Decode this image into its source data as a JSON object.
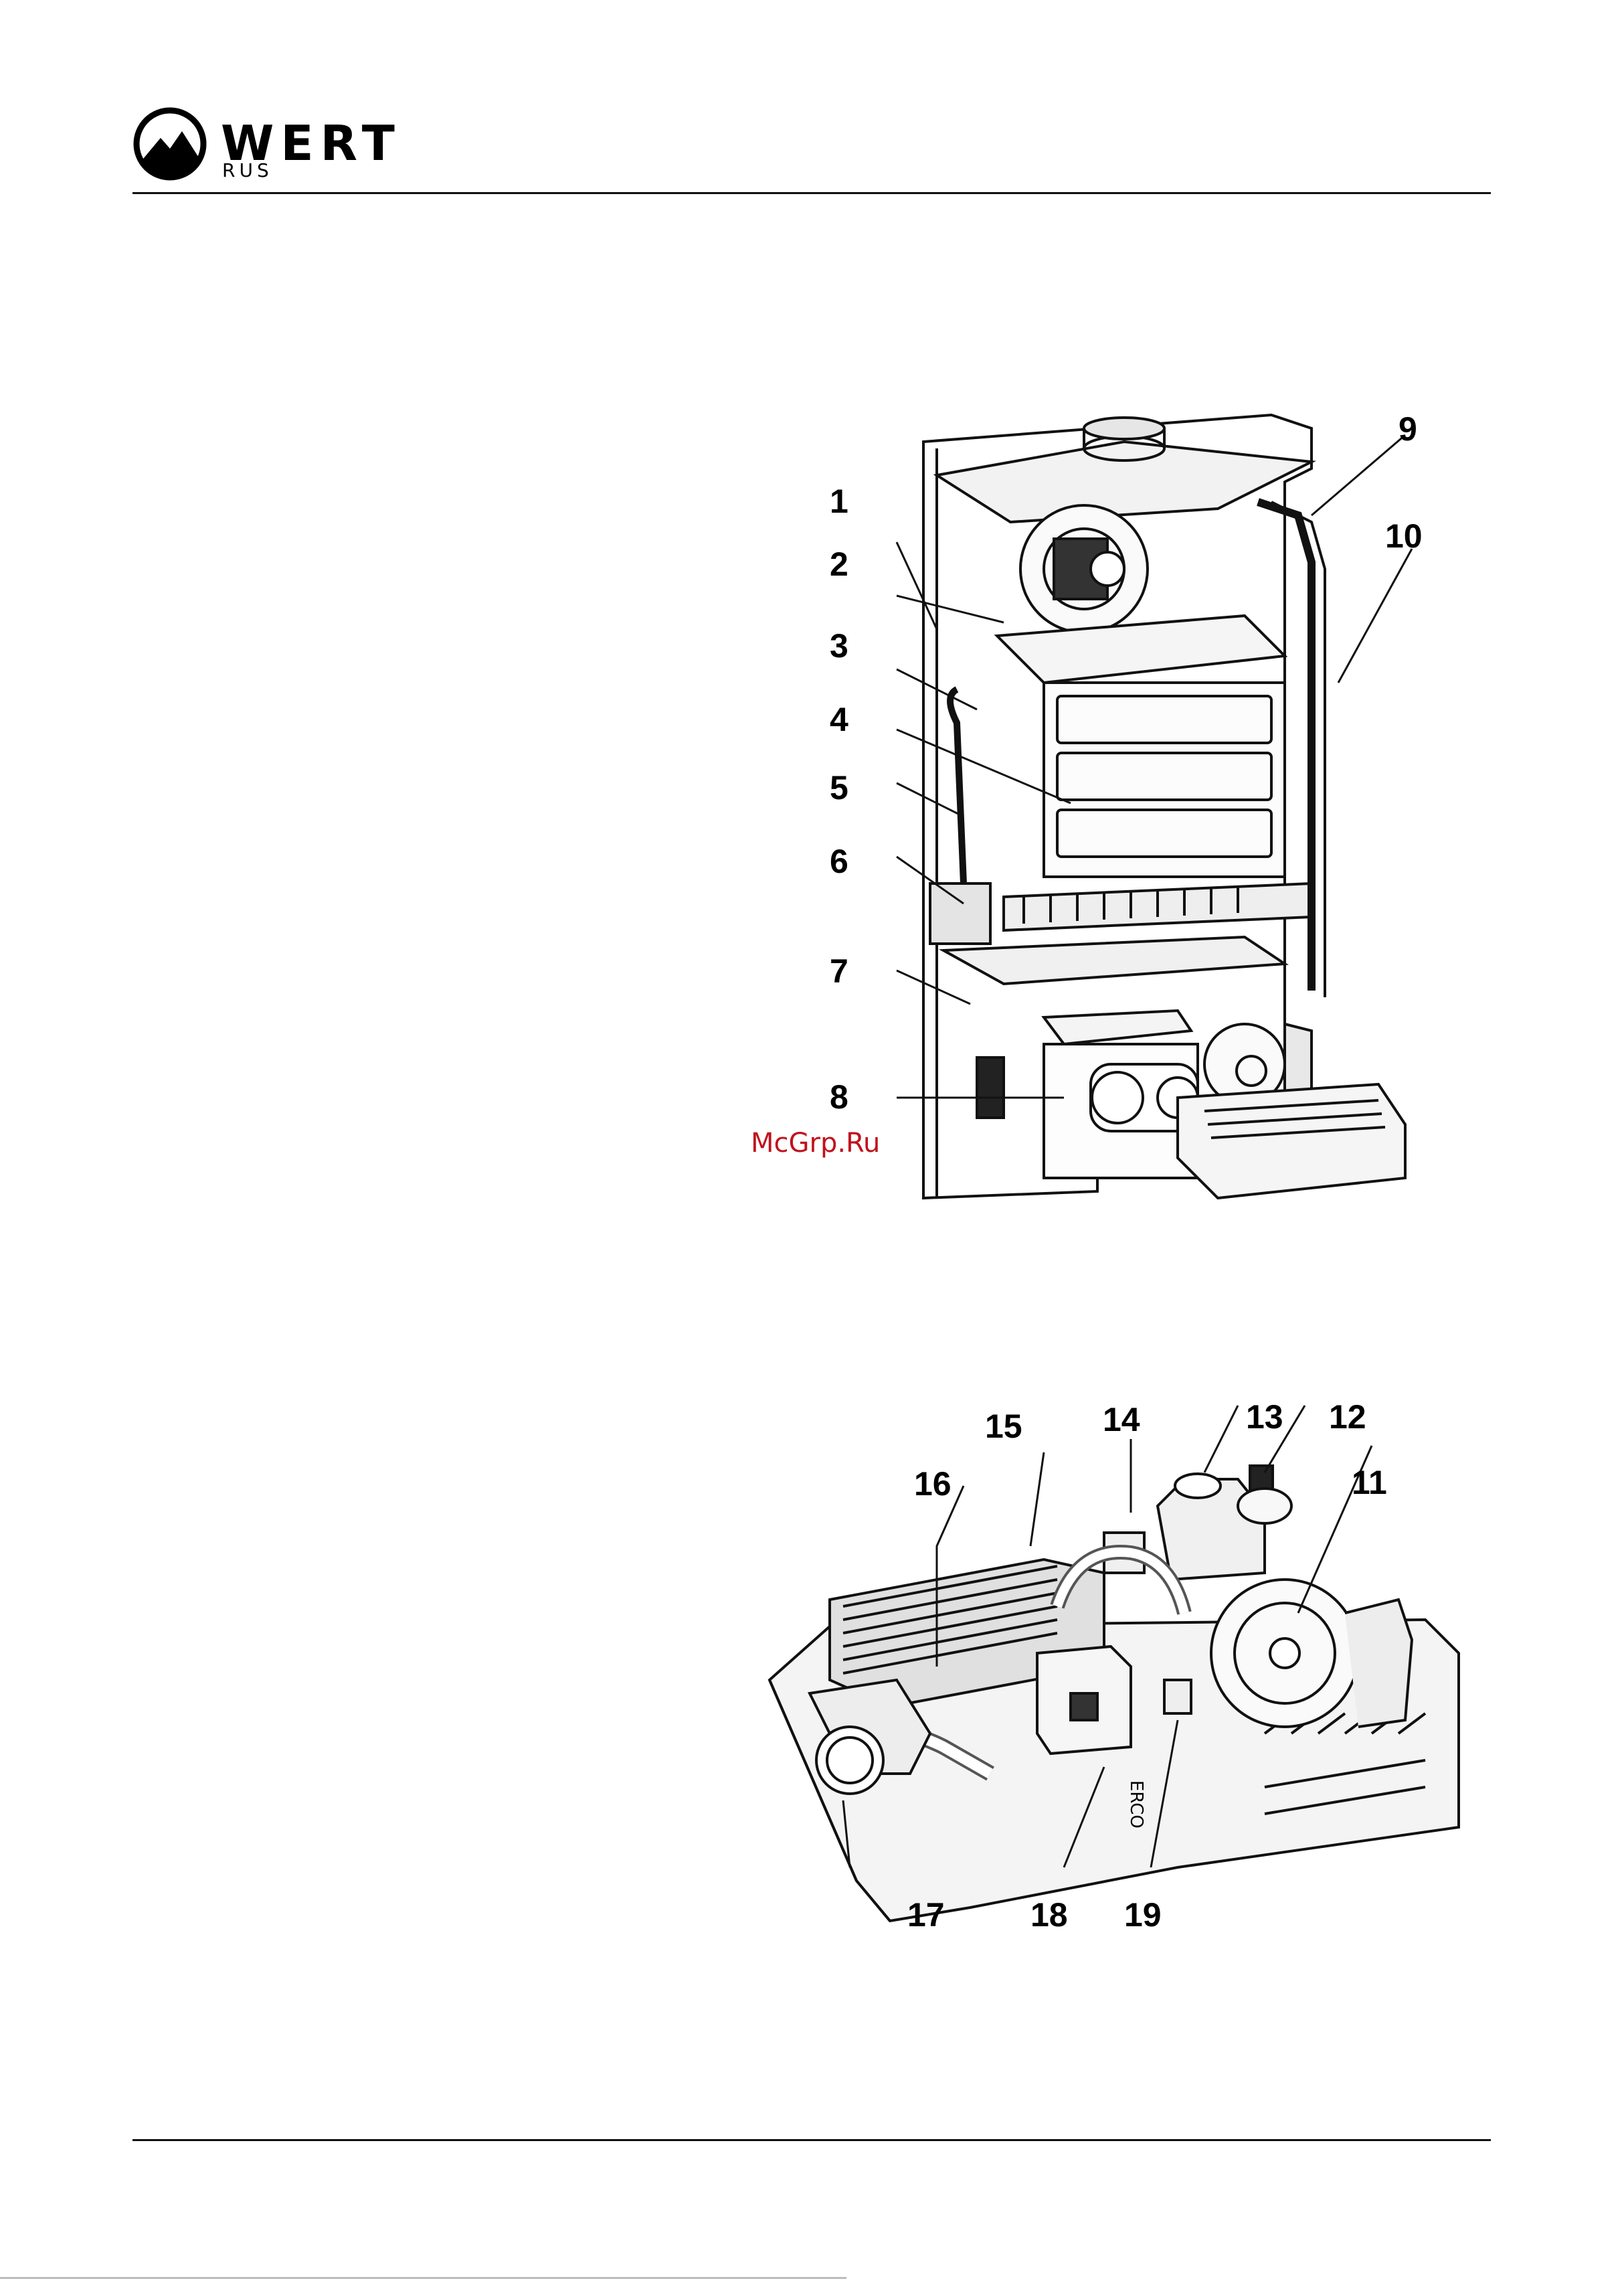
{
  "brand": {
    "name": "WERT",
    "sub": "RUS"
  },
  "watermark": "McGrp.Ru",
  "diagram_top": {
    "callouts": [
      {
        "id": "1",
        "label": "1"
      },
      {
        "id": "2",
        "label": "2"
      },
      {
        "id": "3",
        "label": "3"
      },
      {
        "id": "4",
        "label": "4"
      },
      {
        "id": "5",
        "label": "5"
      },
      {
        "id": "6",
        "label": "6"
      },
      {
        "id": "7",
        "label": "7"
      },
      {
        "id": "8",
        "label": "8"
      },
      {
        "id": "9",
        "label": "9"
      },
      {
        "id": "10",
        "label": "10"
      }
    ]
  },
  "diagram_bottom": {
    "callouts": [
      {
        "id": "11",
        "label": "11"
      },
      {
        "id": "12",
        "label": "12"
      },
      {
        "id": "13",
        "label": "13"
      },
      {
        "id": "14",
        "label": "14"
      },
      {
        "id": "15",
        "label": "15"
      },
      {
        "id": "16",
        "label": "16"
      },
      {
        "id": "17",
        "label": "17"
      },
      {
        "id": "18",
        "label": "18"
      },
      {
        "id": "19",
        "label": "19"
      }
    ],
    "valve_label": "ERCO"
  }
}
